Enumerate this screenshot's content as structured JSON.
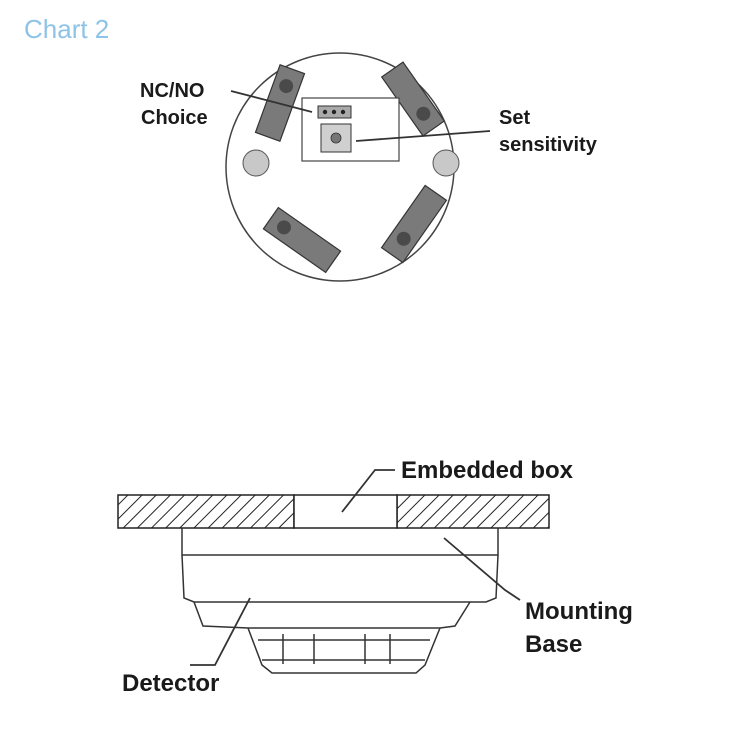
{
  "title": "Chart 2",
  "top_view": {
    "nc_no_line1": "NC/NO",
    "nc_no_line2": "Choice",
    "set_line1": "Set",
    "set_line2": "sensitivity"
  },
  "side_view": {
    "embedded_box": "Embedded box",
    "mounting_line1": "Mounting",
    "mounting_line2": "Base",
    "detector": "Detector"
  },
  "colors": {
    "title": "#8ec3e8",
    "terminal_fill": "#7a7a7a",
    "screw_fill": "#555555",
    "outline": "#333333"
  }
}
